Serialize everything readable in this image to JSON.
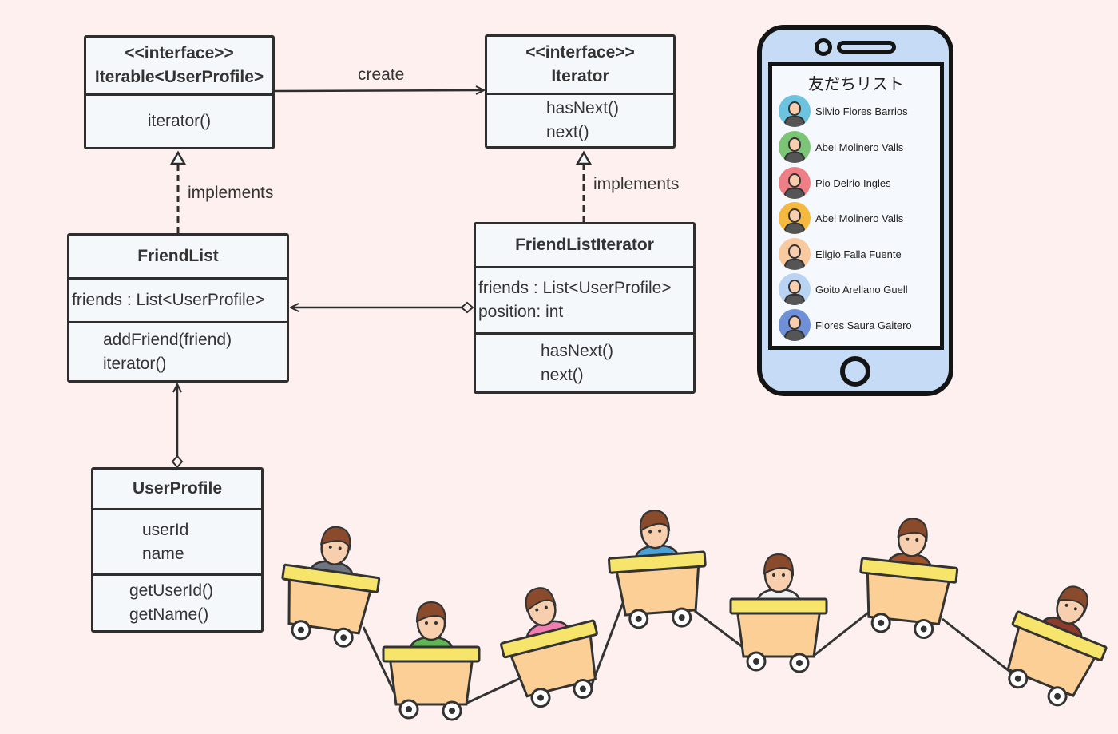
{
  "diagram": {
    "iterable": {
      "stereotype": "<<interface>>",
      "name": "Iterable<UserProfile>",
      "methods": [
        "iterator()"
      ]
    },
    "iterator": {
      "stereotype": "<<interface>>",
      "name": "Iterator",
      "methods": [
        "hasNext()",
        "next()"
      ]
    },
    "friendlist": {
      "name": "FriendList",
      "fields": [
        "friends : List<UserProfile>"
      ],
      "methods": [
        "addFriend(friend)",
        "iterator()"
      ]
    },
    "friendlistiterator": {
      "name": "FriendListIterator",
      "fields": [
        "friends : List<UserProfile>",
        "position: int"
      ],
      "methods": [
        "hasNext()",
        "next()"
      ]
    },
    "userprofile": {
      "name": "UserProfile",
      "fields": [
        "userId",
        "name"
      ],
      "methods": [
        "getUserId()",
        "getName()"
      ]
    },
    "edges": {
      "create": "create",
      "implements_left": "implements",
      "implements_right": "implements"
    }
  },
  "phone": {
    "title": "友だちリスト",
    "friends": [
      {
        "name": "Silvio Flores Barrios",
        "color": "#6bc3e0"
      },
      {
        "name": "Abel Molinero Valls",
        "color": "#7cc576"
      },
      {
        "name": "Pio Delrio Ingles",
        "color": "#ef7f87"
      },
      {
        "name": "Abel Molinero Valls",
        "color": "#f5b940"
      },
      {
        "name": "Eligio Falla Fuente",
        "color": "#f9c9a0"
      },
      {
        "name": "Goito Arellano Guell",
        "color": "#b9d3f2"
      },
      {
        "name": "Flores Saura Gaitero",
        "color": "#6f8fd6"
      }
    ]
  },
  "train": {
    "cart_color": "#fbcf95",
    "rim_color": "#f7e46a",
    "passengers": [
      "#6e7480",
      "#5db554",
      "#f27db2",
      "#4aa3d8",
      "#f1f1f1",
      "#a0522d",
      "#8b3a2b"
    ]
  }
}
